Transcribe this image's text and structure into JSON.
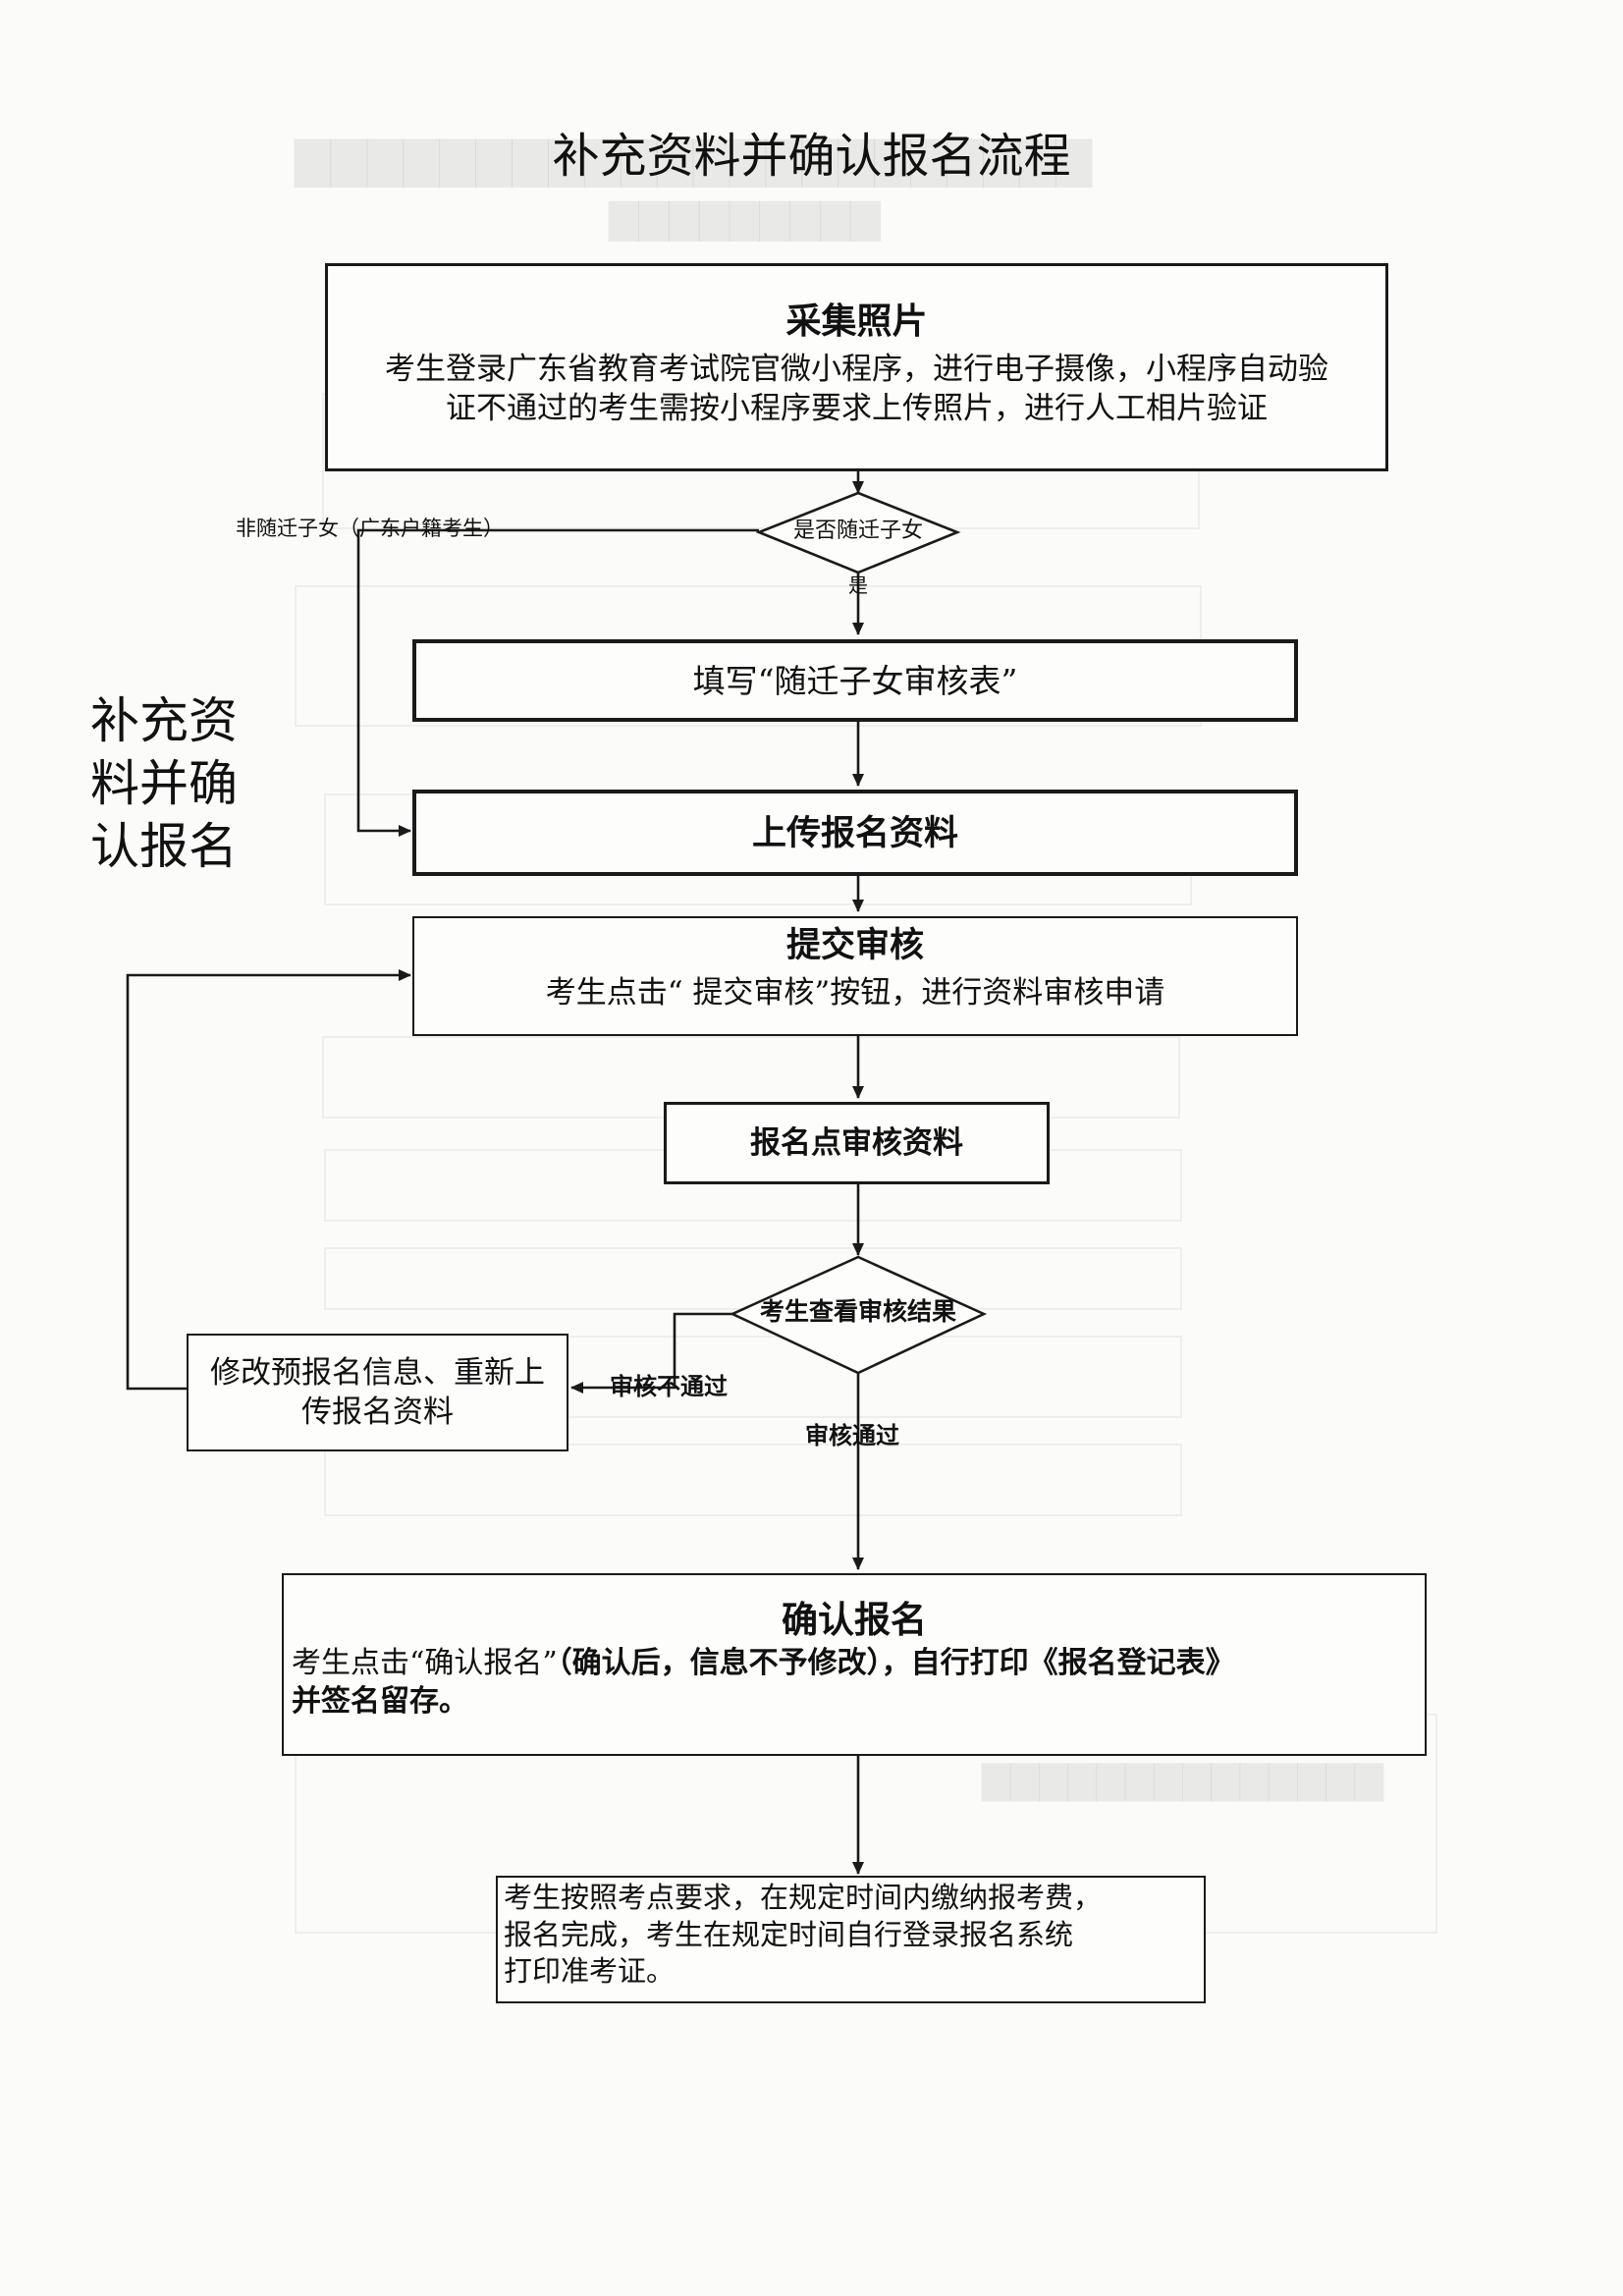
{
  "title": "补充资料并确认报名流程",
  "side_label": [
    "补充资",
    "料并确",
    "认报名"
  ],
  "nodes": {
    "collect_photo": {
      "title": "采集照片",
      "desc_line1": "考生登录广东省教育考试院官微小程序，进行电子摄像，小程序自动验",
      "desc_line2": "证不通过的考生需按小程序要求上传照片，进行人工相片验证"
    },
    "decision_migrant": {
      "label": "是否随迁子女"
    },
    "fill_form": {
      "label": "填写“随迁子女审核表”"
    },
    "upload_materials": {
      "label": "上传报名资料"
    },
    "submit_review": {
      "title": "提交审核",
      "desc": "考生点击“ 提交审核”按钮，进行资料审核申请"
    },
    "site_review": {
      "label": "报名点审核资料"
    },
    "decision_result": {
      "label": "考生查看审核结果"
    },
    "modify_info": {
      "line1": "修改预报名信息、重新上",
      "line2": "传报名资料"
    },
    "confirm_registration": {
      "title": "确认报名",
      "desc_normal": "考生点击“确认报名”",
      "desc_bold": "（确认后，信息不予修改），自行打印《报名登记表》",
      "desc_line2": "并签名留存。"
    },
    "final_step": {
      "line1": "考生按照考点要求，在规定时间内缴纳报考费，",
      "line2": "报名完成，考生在规定时间自行登录报名系统",
      "line3": "打印准考证。"
    }
  },
  "edge_labels": {
    "not_migrant": "非随迁子女（广东户籍考生）",
    "yes": "是",
    "review_failed": "审核不通过",
    "review_passed": "审核通过"
  },
  "colors": {
    "line": "#1a1a1a",
    "paper": "#fbfbf9"
  }
}
